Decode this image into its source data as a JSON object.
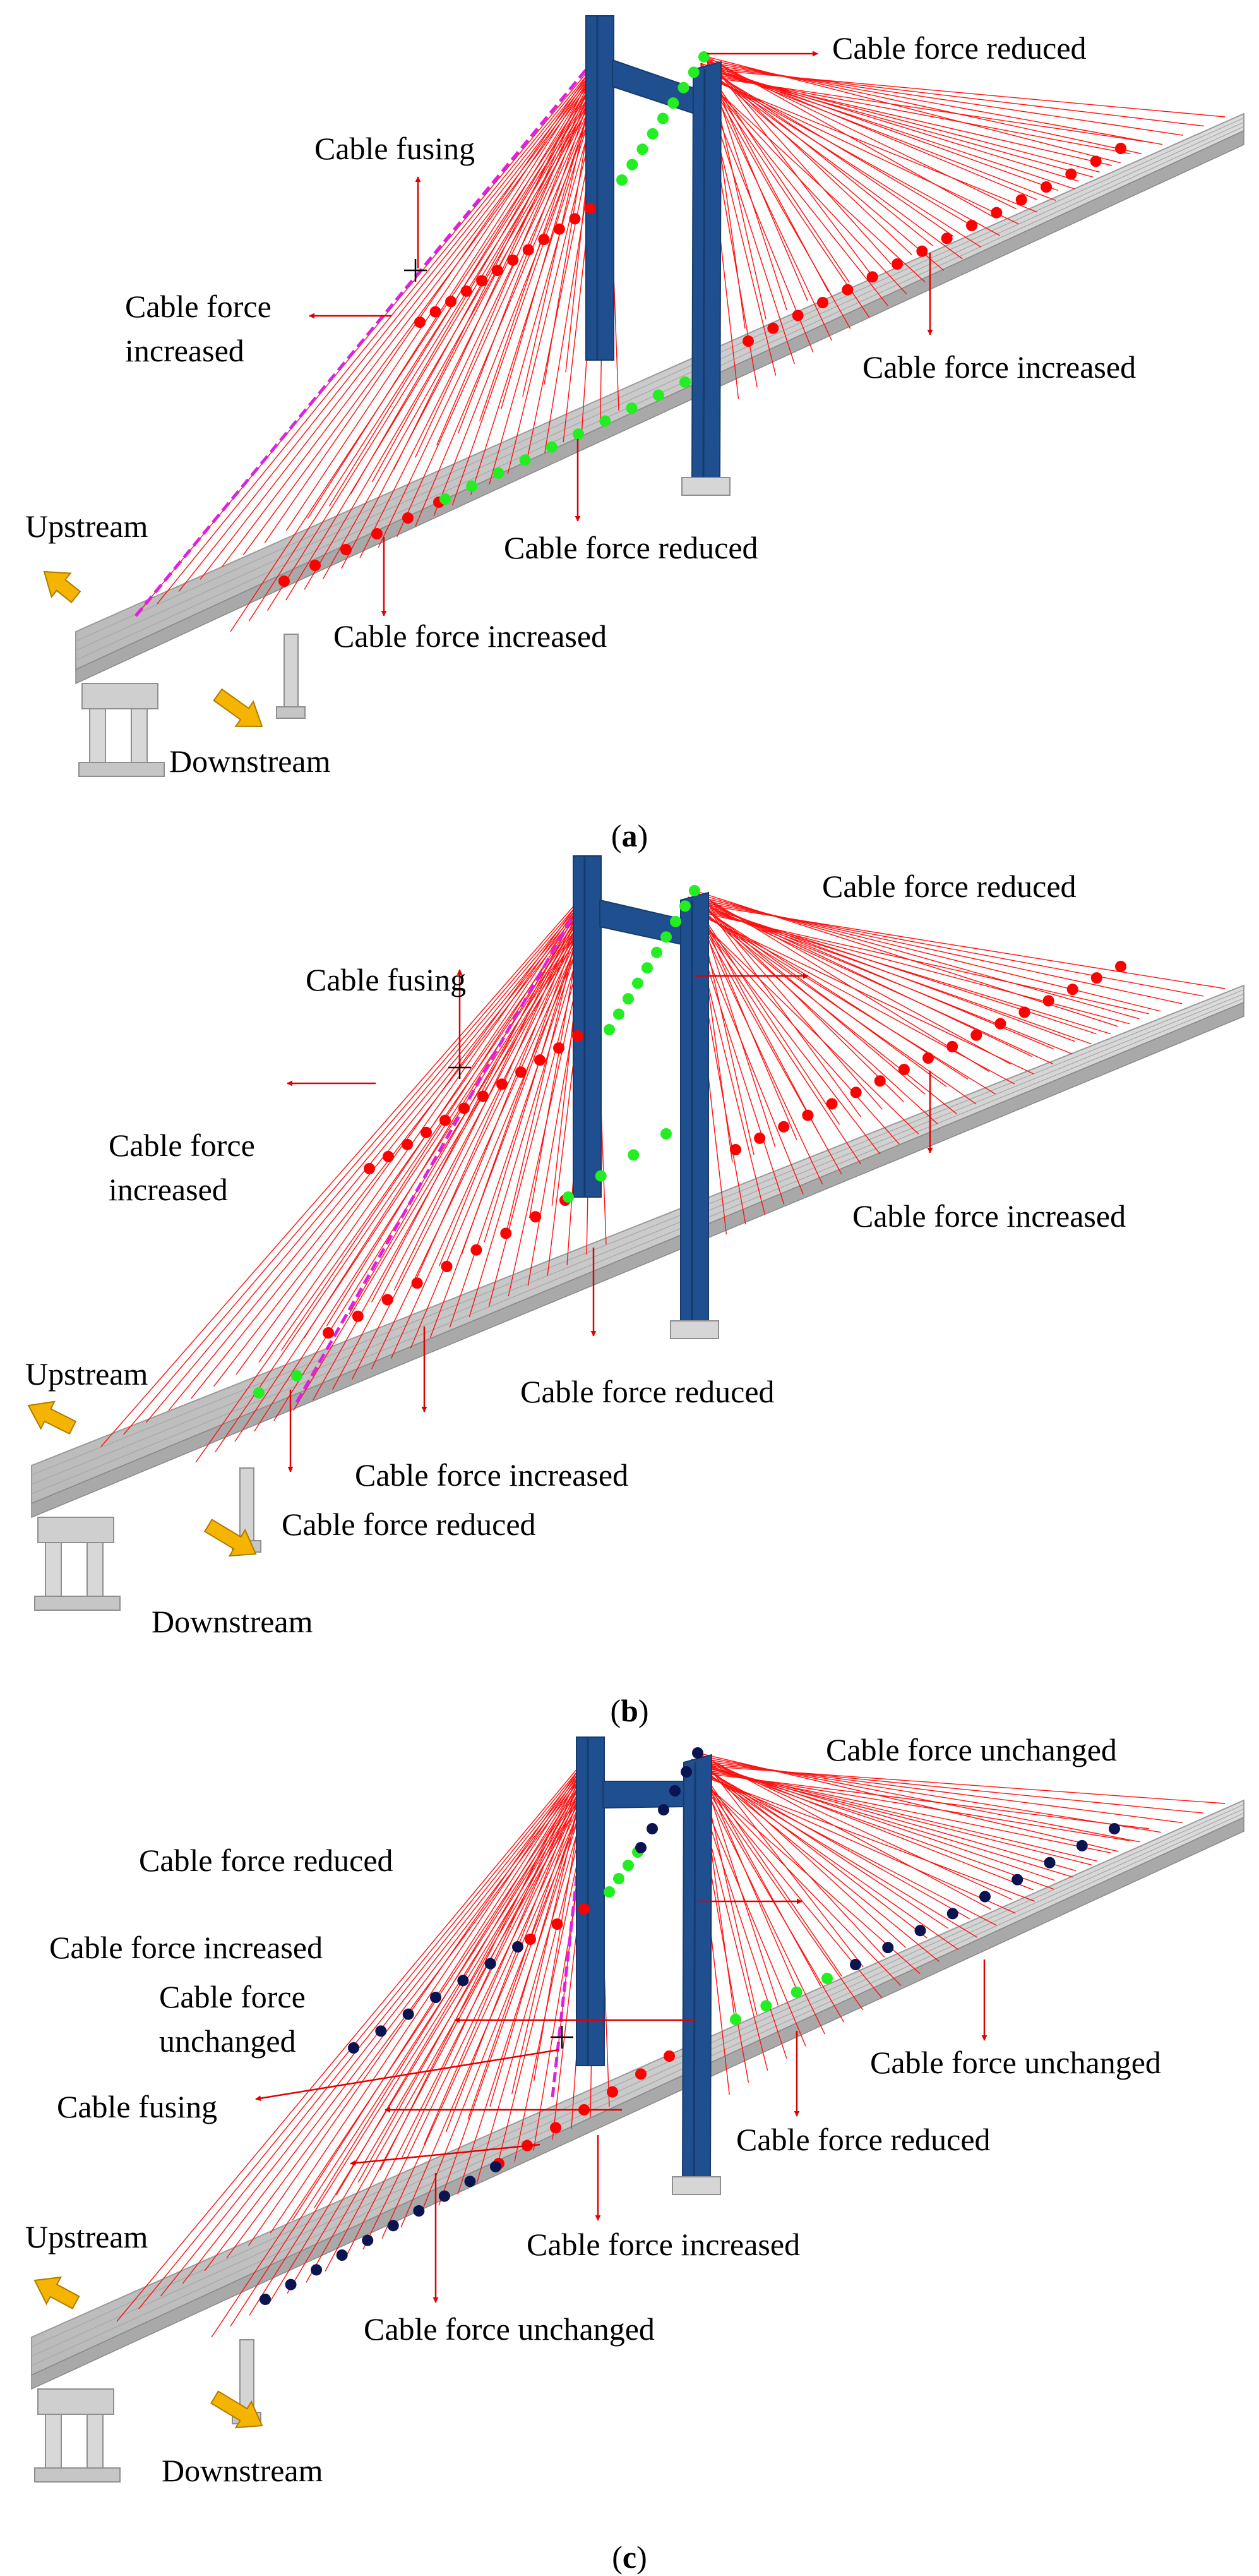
{
  "colors": {
    "cable": "#ff1010",
    "tower": "#1f4f8f",
    "tower_dark": "#163b6c",
    "deck": "#c8c8c8",
    "deck_edge": "#9a9a9a",
    "increased": "#ff0000",
    "reduced": "#22ee22",
    "unchanged": "#0a1450",
    "fused": "#e020e0",
    "flow_arrow": "#f5b400"
  },
  "panels": [
    {
      "id": "a",
      "caption_open": "(",
      "caption_letter": "a",
      "caption_close": ")",
      "labels": {
        "top_right": "Cable force reduced",
        "fusing": "Cable fusing",
        "left_increased_1": "Cable force",
        "left_increased_2": "increased",
        "right_increased": "Cable force increased",
        "mid_reduced": "Cable force reduced",
        "lower_increased": "Cable force increased",
        "upstream": "Upstream",
        "downstream": "Downstream"
      }
    },
    {
      "id": "b",
      "caption_open": "(",
      "caption_letter": "b",
      "caption_close": ")",
      "labels": {
        "top_right": "Cable force reduced",
        "fusing": "Cable fusing",
        "left_increased_1": "Cable force",
        "left_increased_2": "increased",
        "right_increased": "Cable force increased",
        "mid_reduced": "Cable force reduced",
        "lower_increased": "Cable force increased",
        "lower_reduced": "Cable force reduced",
        "upstream": "Upstream",
        "downstream": "Downstream"
      }
    },
    {
      "id": "c",
      "caption_open": "(",
      "caption_letter": "c",
      "caption_close": ")",
      "labels": {
        "top_right": "Cable force unchanged",
        "left_reduced": "Cable force reduced",
        "left_increased": "Cable force increased",
        "left_unchanged_1": "Cable force",
        "left_unchanged_2": "unchanged",
        "fusing": "Cable fusing",
        "right_unchanged": "Cable force unchanged",
        "mid_reduced": "Cable force reduced",
        "mid_increased": "Cable force increased",
        "lower_unchanged": "Cable force unchanged",
        "upstream": "Upstream",
        "downstream": "Downstream"
      }
    }
  ]
}
